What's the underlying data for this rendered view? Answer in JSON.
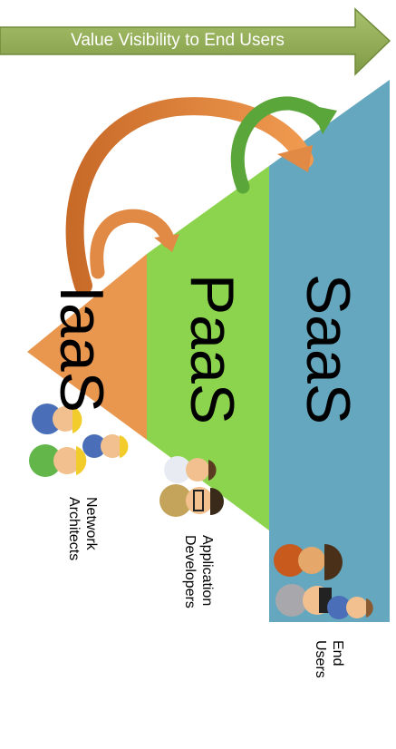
{
  "banner": {
    "text": "Value Visibility to End Users"
  },
  "layers": {
    "iaas": "IaaS",
    "paas": "PaaS",
    "saas": "SaaS"
  },
  "personas": {
    "architects": [
      "Network",
      "Architects"
    ],
    "developers": [
      "Application",
      "Developers"
    ],
    "users": [
      "End",
      "Users"
    ]
  },
  "colors": {
    "iaas": "#e9974f",
    "paas": "#8cd44e",
    "saas": "#64a7be",
    "banner": "#93ad5a",
    "orange_arrow": "#d9782e",
    "green_arrow": "#5aa63a"
  },
  "icons": [
    "worker-group-icon",
    "developer-group-icon",
    "end-user-group-icon"
  ]
}
